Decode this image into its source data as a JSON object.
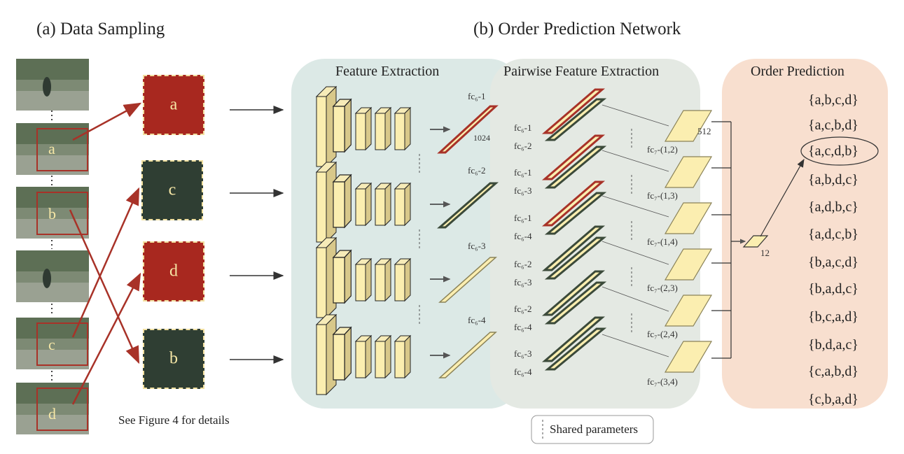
{
  "titles": {
    "data_sampling": "(a) Data Sampling",
    "order_network": "(b) Order Prediction Network"
  },
  "panels": {
    "feature_extraction": "Feature Extraction",
    "pairwise": "Pairwise Feature Extraction",
    "order_prediction": "Order Prediction"
  },
  "frames": [
    {
      "label": ""
    },
    {
      "label": "a"
    },
    {
      "label": "b"
    },
    {
      "label": ""
    },
    {
      "label": "c"
    },
    {
      "label": "d"
    }
  ],
  "crops": [
    {
      "label": "a"
    },
    {
      "label": "c"
    },
    {
      "label": "d"
    },
    {
      "label": "b"
    }
  ],
  "note": "See Figure 4 for details",
  "fc6_outputs": [
    "fc₆-1",
    "fc₆-2",
    "fc₆-3",
    "fc₆-4"
  ],
  "dim_1024": "1024",
  "pairs": [
    {
      "top": "fc₆-1",
      "bottom": "fc₆-2",
      "out": "fc₇-(1,2)"
    },
    {
      "top": "fc₆-1",
      "bottom": "fc₆-3",
      "out": "fc₇-(1,3)"
    },
    {
      "top": "fc₆-1",
      "bottom": "fc₆-4",
      "out": "fc₇-(1,4)"
    },
    {
      "top": "fc₆-2",
      "bottom": "fc₆-3",
      "out": "fc₇-(2,3)"
    },
    {
      "top": "fc₆-2",
      "bottom": "fc₆-4",
      "out": "fc₇-(2,4)"
    },
    {
      "top": "fc₆-3",
      "bottom": "fc₆-4",
      "out": "fc₇-(3,4)"
    }
  ],
  "dim_512": "512",
  "dim_12": "12",
  "sequences": [
    "{a,b,c,d}",
    "{a,c,b,d}",
    "{a,c,d,b}",
    "{a,b,d,c}",
    "{a,d,b,c}",
    "{a,d,c,b}",
    "{b,a,c,d}",
    "{b,a,d,c}",
    "{b,c,a,d}",
    "{b,d,a,c}",
    "{c,a,b,d}",
    "{c,b,a,d}"
  ],
  "highlighted_sequence": "{a,c,d,b}",
  "legend": "Shared parameters",
  "colors": {
    "panel_feature": "#dce9e6",
    "panel_pairwise": "#e4e9e3",
    "panel_order": "#f8dfcf",
    "block_face": "#fbeeb0",
    "block_side": "#d9c98a",
    "red": "#a83228",
    "green": "#3b4a3a"
  }
}
